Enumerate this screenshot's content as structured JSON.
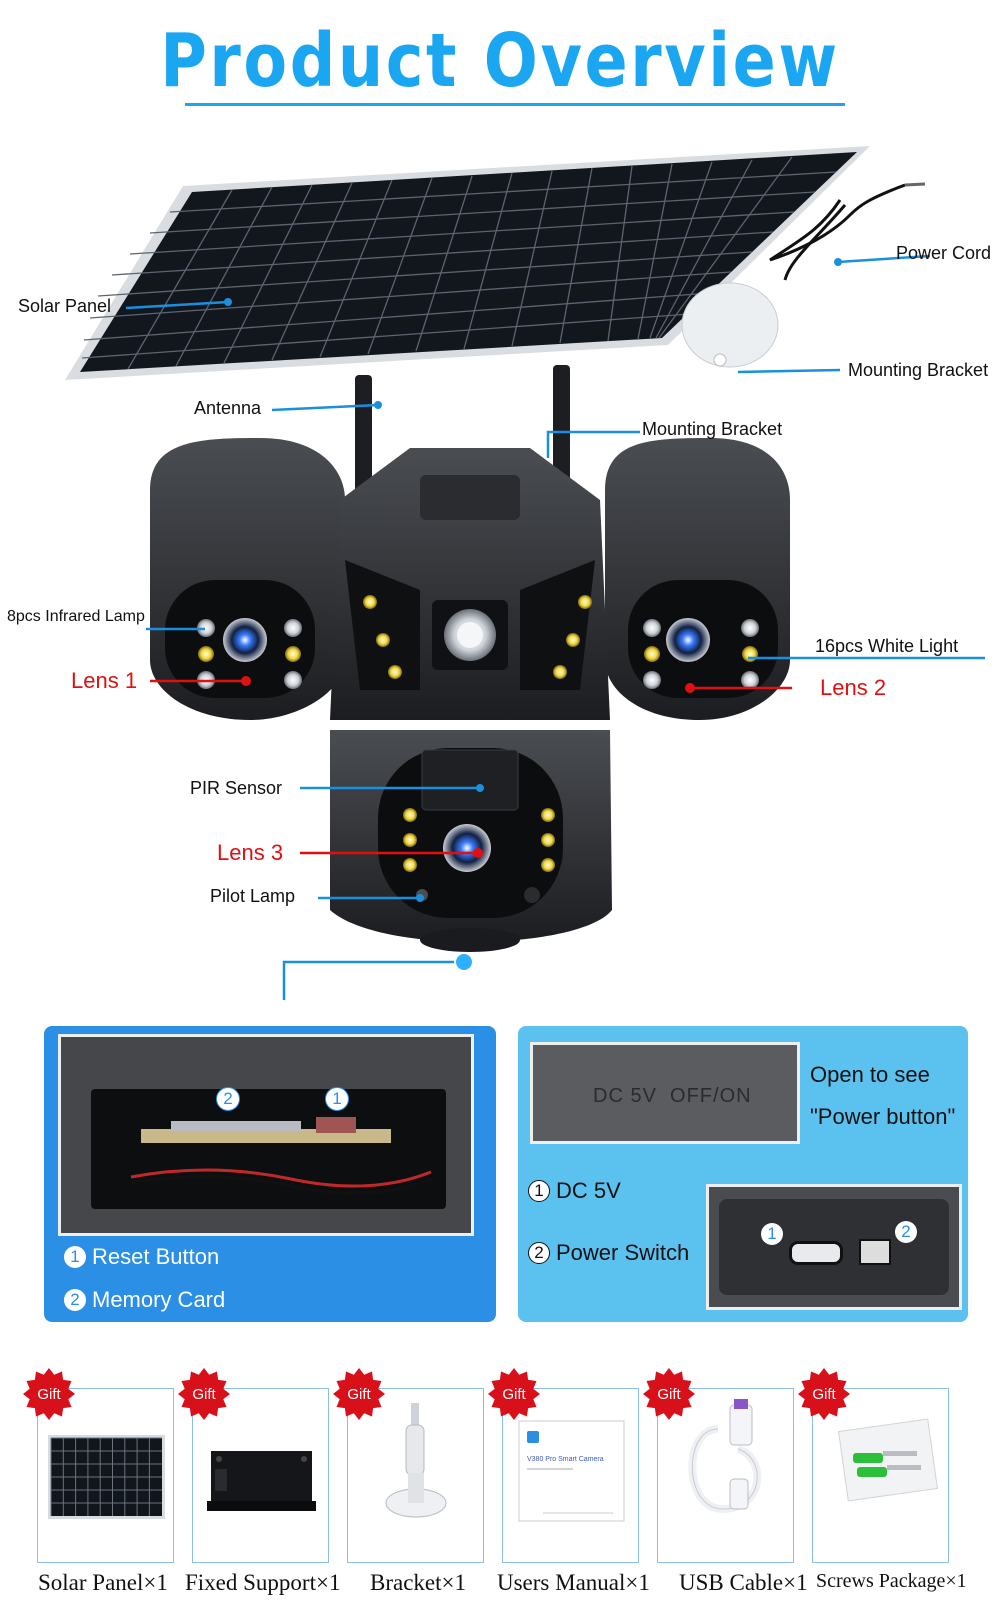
{
  "title": "Product Overview",
  "labels": {
    "solar_panel": "Solar Panel",
    "power_cord": "Power Cord",
    "mounting_bracket_top": "Mounting Bracket",
    "antenna": "Antenna",
    "mounting_bracket_mid": "Mounting Bracket",
    "infrared_lamp": "8pcs Infrared Lamp",
    "white_light": "16pcs White Light",
    "lens1": "Lens 1",
    "lens2": "Lens 2",
    "pir_sensor": "PIR Sensor",
    "lens3": "Lens 3",
    "pilot_lamp": "Pilot Lamp"
  },
  "left_panel": {
    "items": [
      {
        "num": "1",
        "label": "Reset Button"
      },
      {
        "num": "2",
        "label": "Memory Card"
      }
    ],
    "photo_marks": [
      "2",
      "1"
    ]
  },
  "right_panel": {
    "note_line1": "Open to see",
    "note_line2": "\"Power button\"",
    "cover_text": "DC 5V  OFF/ON",
    "items": [
      {
        "num": "1",
        "label": "DC 5V"
      },
      {
        "num": "2",
        "label": "Power Switch"
      }
    ],
    "photo_marks": [
      "1",
      "2"
    ]
  },
  "gifts": [
    {
      "badge": "Gift",
      "caption": "Solar Panel×1"
    },
    {
      "badge": "Gift",
      "caption": "Fixed Support×1"
    },
    {
      "badge": "Gift",
      "caption": "Bracket×1"
    },
    {
      "badge": "Gift",
      "caption": "Users Manual×1"
    },
    {
      "badge": "Gift",
      "caption": "USB Cable×1"
    },
    {
      "badge": "Gift",
      "caption": "Screws Package×1"
    }
  ],
  "manual_text": "V380 Pro Smart Camera",
  "colors": {
    "accent_blue": "#1aa6f0",
    "callout_red": "#e01010",
    "left_panel": "#2b8fe6",
    "right_panel": "#5bc1ef",
    "gift_red": "#d8101a"
  }
}
